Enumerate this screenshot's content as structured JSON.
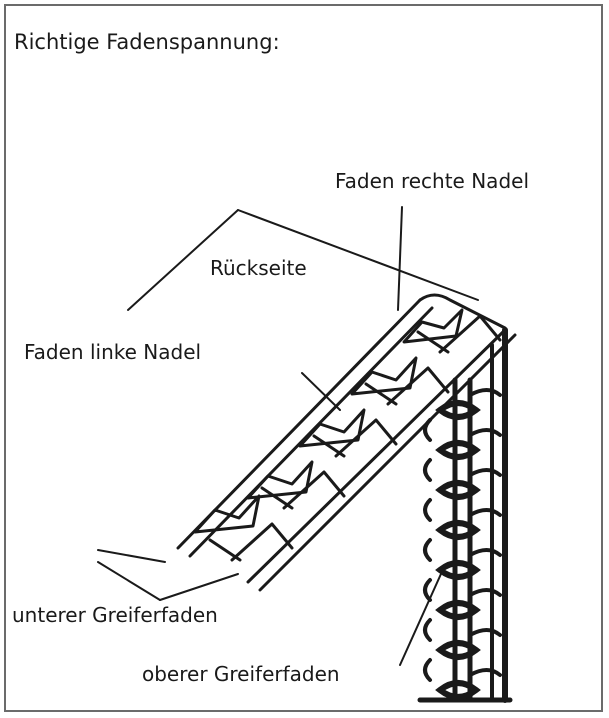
{
  "title": "Richtige Fadenspannung:",
  "labels": {
    "right_needle": "Faden rechte Nadel",
    "back_side": "Rückseite",
    "left_needle": "Faden linke Nadel",
    "lower_looper": "unterer Greiferfaden",
    "upper_looper": "oberer Greiferfaden"
  },
  "colors": {
    "ink": "#1a1a1a",
    "frame": "#6b6b6b"
  }
}
